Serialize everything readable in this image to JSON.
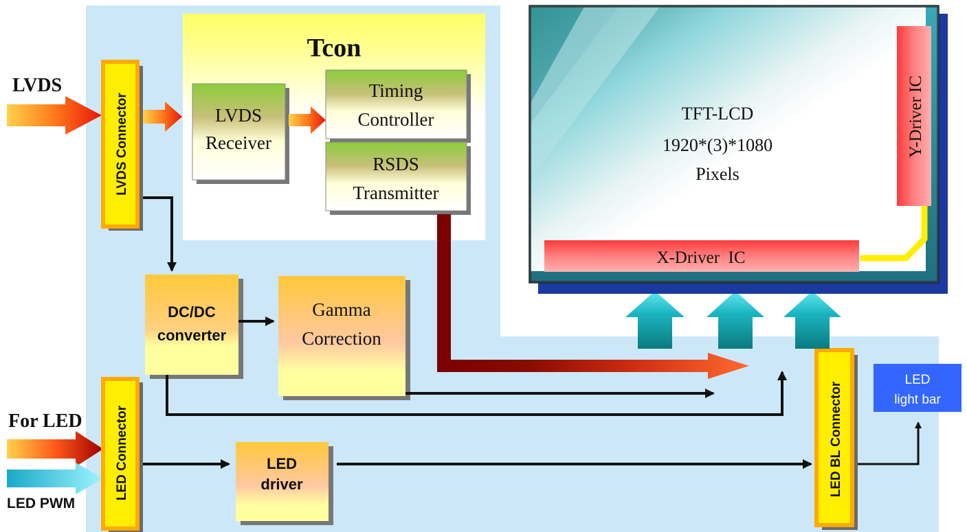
{
  "inputs": {
    "lvds": "LVDS",
    "for_led": "For LED",
    "led_pwm": "LED PWM"
  },
  "tcon": {
    "title": "Tcon",
    "lvds_receiver": [
      "LVDS",
      "Receiver"
    ],
    "timing_controller": [
      "Timing",
      "Controller"
    ],
    "rsds_transmitter": [
      "RSDS",
      "Transmitter"
    ]
  },
  "connectors": {
    "lvds": "LVDS Connector",
    "led": "LED Connector",
    "led_bl": "LED BL Connector"
  },
  "blocks": {
    "dcdc": [
      "DC/DC",
      "converter"
    ],
    "gamma": [
      "Gamma",
      "Correction"
    ],
    "led_driver": [
      "LED",
      "driver"
    ],
    "led_light_bar": [
      "LED",
      "light bar"
    ]
  },
  "panel": {
    "lines": [
      "TFT-LCD",
      "1920*(3)*1080",
      "Pixels"
    ],
    "x_driver": "X-Driver  IC",
    "y_driver": "Y-Driver IC"
  },
  "colors": {
    "board": "#cce8f8",
    "tcon_header": "#ffff66",
    "connector": "#ffee00",
    "connector_border": "#ffaa00",
    "block": "#ffcc44",
    "light_bar": "#3366ff",
    "rsds_line": "#7a0000",
    "arrow": "#111111"
  }
}
